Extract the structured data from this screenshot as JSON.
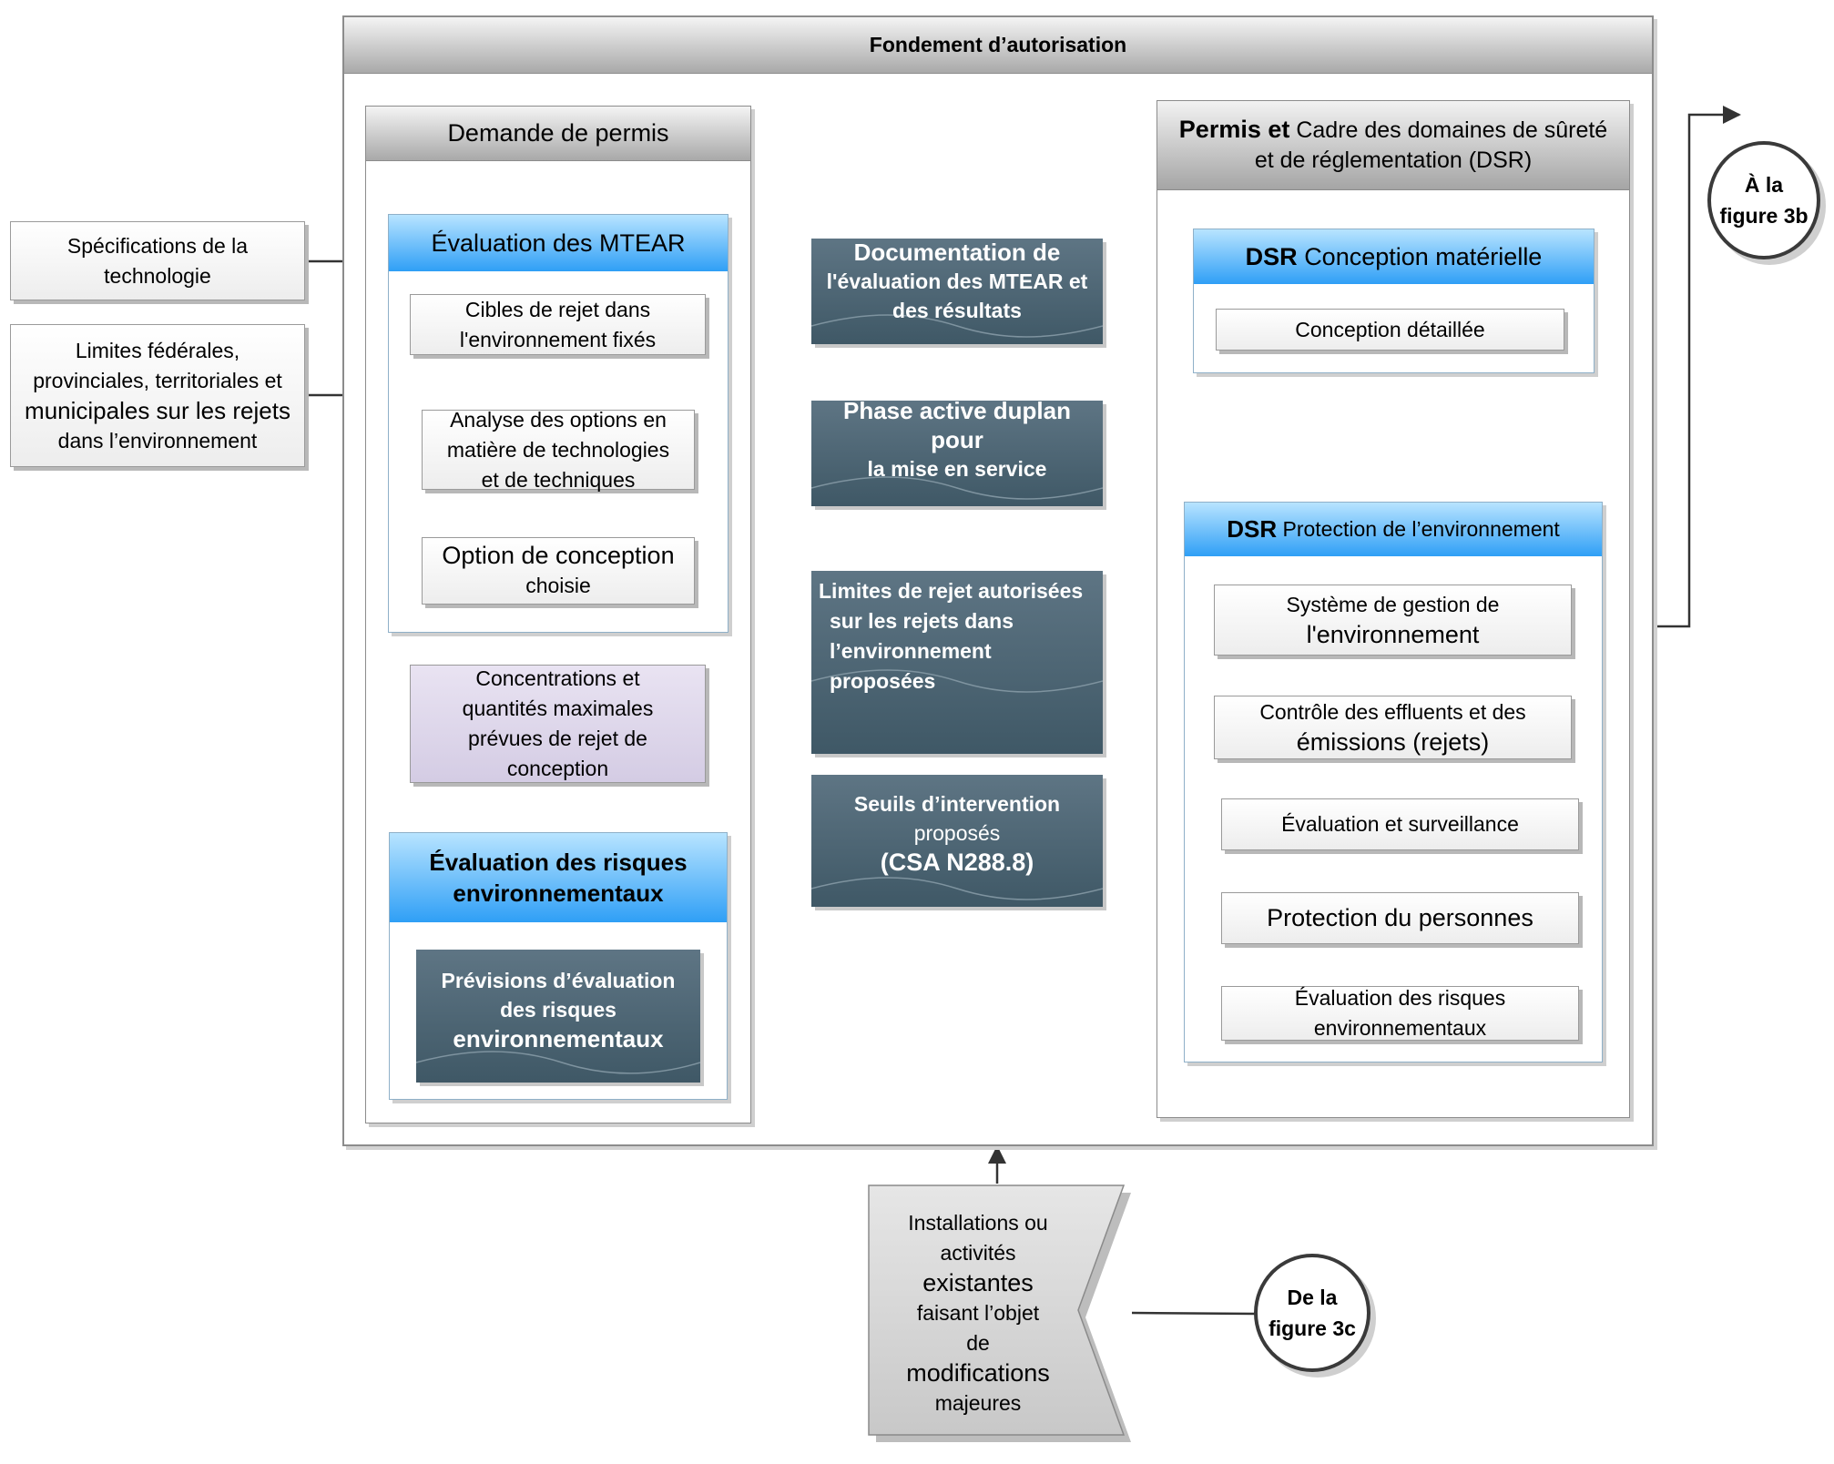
{
  "framework": {
    "title": "Fondement d’autorisation"
  },
  "inputs": {
    "tech_specs": [
      "Spécifications de la",
      "technologie"
    ],
    "limits": [
      "Limites fédérales,",
      "provinciales, territoriales et",
      "municipales sur les rejets",
      "dans l’environnement"
    ]
  },
  "application": {
    "title": "Demande de permis",
    "mtear": {
      "title": "Évaluation des MTEAR",
      "targets": [
        "Cibles de rejet dans",
        "l'environnement fixés"
      ],
      "analysis": [
        "Analyse des options en",
        "matière de technologies",
        "et de techniques"
      ],
      "option": [
        "Option de conception",
        "choisie"
      ]
    },
    "concentrations": [
      "Concentrations et",
      "quantités maximales",
      "prévues de rejet de",
      "conception"
    ],
    "risk": {
      "title": [
        "Évaluation des risques",
        "environnementaux"
      ],
      "forecast": [
        "Prévisions d’évaluation",
        "des risques",
        "environnementaux"
      ]
    }
  },
  "documents": {
    "doc_mtear": [
      "Documentation de",
      "l'évaluation des MTEAR et",
      "des résultats"
    ],
    "commissioning": [
      "Phase active duplan pour",
      "la mise en service"
    ],
    "release_limits": [
      "Limites de rejet autorisées",
      "sur les rejets dans",
      "l’environnement",
      "proposées"
    ],
    "thresholds": [
      "Seuils d’intervention",
      "proposés",
      "(CSA N288.8)"
    ]
  },
  "permit": {
    "title_bold": "Permis et",
    "title_rest": "Cadre des domaines de sûreté",
    "title_line2": "et de réglementation (DSR)",
    "design": {
      "title_bold": "DSR",
      "title_rest": "Conception matérielle",
      "items": [
        "Conception détaillée"
      ]
    },
    "env": {
      "title_bold": "DSR",
      "title_rest": "Protection de l’environnement",
      "items": [
        [
          "Système de gestion de",
          "l'environnement"
        ],
        [
          "Contrôle des effluents et des",
          "émissions (rejets)"
        ],
        [
          "Évaluation et surveillance"
        ],
        [
          "Protection du personnes"
        ],
        [
          "Évaluation des risques",
          "environnementaux"
        ]
      ]
    }
  },
  "existing": [
    "Installations ou",
    "activités",
    "existantes",
    "faisant l’objet",
    "de",
    "modifications",
    "majeures"
  ],
  "connectors": {
    "to_fig": [
      "À la",
      "figure 3b"
    ],
    "from_fig": [
      "De la",
      "figure 3c"
    ]
  },
  "colors": {
    "blue_header": "#2f9ff6",
    "dark_doc": "#4a6271",
    "lavender": "#d8d0e6",
    "gray_header": "#a9a9a9"
  }
}
